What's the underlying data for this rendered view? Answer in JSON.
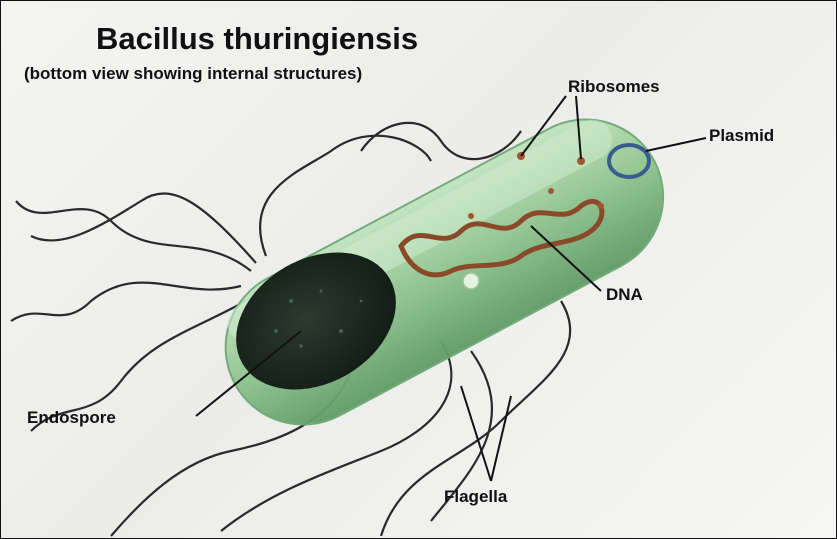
{
  "title": "Bacillus thuringiensis",
  "subtitle": "(bottom view showing internal structures)",
  "labels": {
    "ribosomes": "Ribosomes",
    "plasmid": "Plasmid",
    "dna": "DNA",
    "endospore": "Endospore",
    "flagella": "Flagella"
  },
  "colors": {
    "cell_body": "#8fc48f",
    "endospore": "#1c2a22",
    "dna": "#8a4a2a",
    "plasmid": "#3a5d8f",
    "flagella": "#2a2a2a",
    "text": "#111111"
  }
}
